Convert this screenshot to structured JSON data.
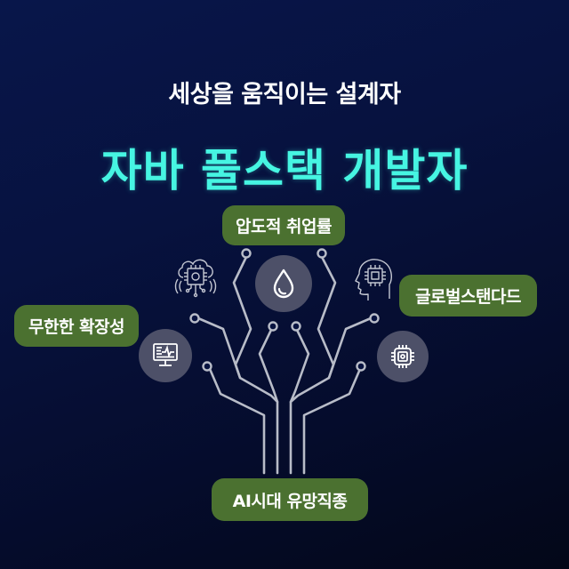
{
  "header": {
    "subtitle": "세상을 움직이는 설계자",
    "title": "자바 풀스택 개발자"
  },
  "badges": {
    "top": "압도적 취업률",
    "right": "글로벌스탠다드",
    "left": "무한한 확장성",
    "bottom": "AI시대 유망직종"
  },
  "icons": {
    "center": "water-drop-icon",
    "top_left": "cloud-chip-icon",
    "top_right": "ai-head-chip-icon",
    "left": "monitor-pulse-icon",
    "right": "cpu-chip-icon"
  },
  "colors": {
    "background_top": "#08164a",
    "background_bottom": "#030718",
    "title": "#46f5e2",
    "subtitle": "#ffffff",
    "badge": "#4b7130",
    "circle": "#4d5068",
    "line": "#b8bcc8"
  }
}
